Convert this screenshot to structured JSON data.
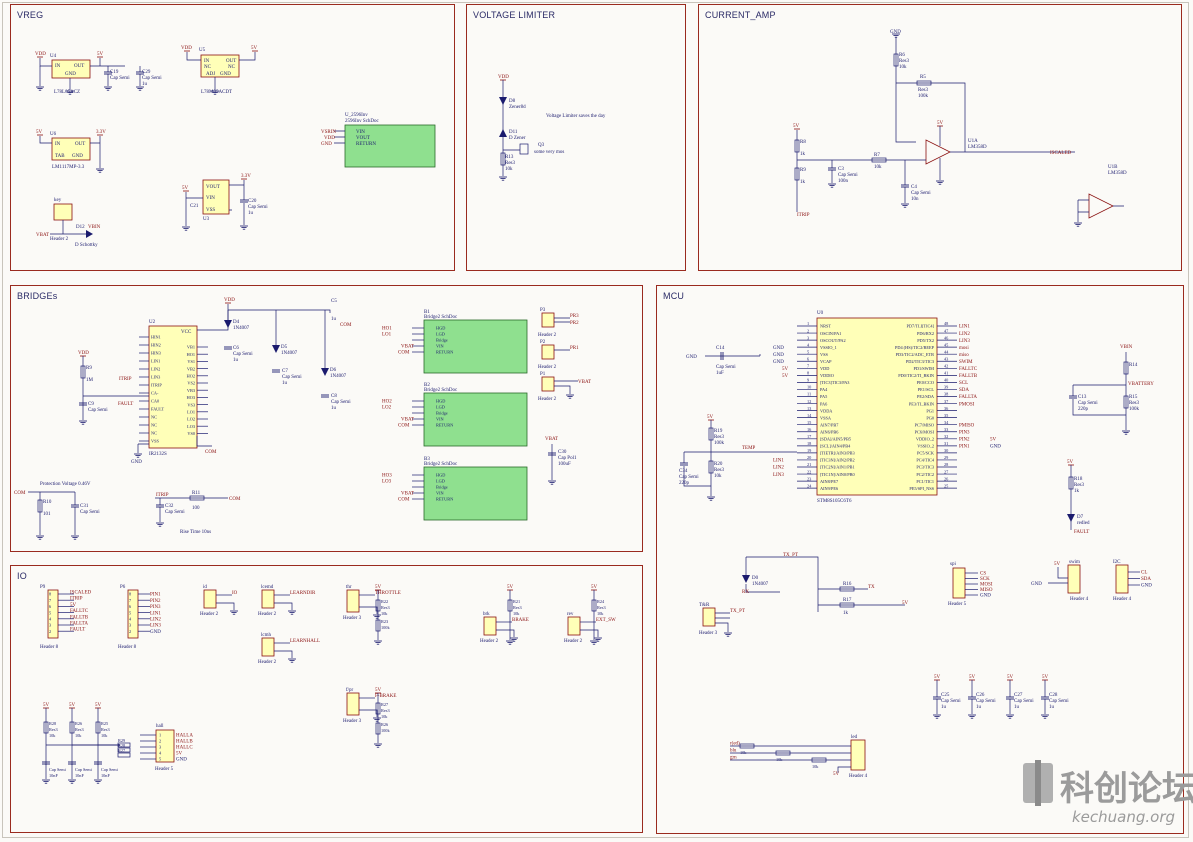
{
  "sections": [
    {
      "id": "vreg",
      "title": "VREG"
    },
    {
      "id": "vlimit",
      "title": "VOLTAGE LIMITER"
    },
    {
      "id": "camp",
      "title": "CURRENT_AMP"
    },
    {
      "id": "bridges",
      "title": "BRIDGEs"
    },
    {
      "id": "mcu",
      "title": "MCU"
    },
    {
      "id": "io",
      "title": "IO"
    }
  ],
  "vreg": {
    "u4_ref": "U4",
    "u4_in": "IN",
    "u4_out": "OUT",
    "u4_gnd": "GND",
    "u4_part": "L78L05ACZ",
    "u5_ref": "U5",
    "u5_in": "IN",
    "u5_out": "OUT",
    "u5_nc": "NC",
    "u5_adj": "ADJ",
    "u5_gnd": "GND",
    "u5_part": "L78M05ACDT",
    "u6_ref": "U6",
    "u6_in": "IN",
    "u6_out": "OUT",
    "u6_tab": "TAB",
    "u6_gnd": "GND",
    "u6_part": "LM1117MP-3.3",
    "u3_ref": "U3",
    "u3_vin": "VIN",
    "u3_vout": "VOUT",
    "u3_vss": "VSS",
    "u2_ref": "U",
    "u2_vin": "VIN",
    "u2_vout": "VOUT",
    "u2_ret": "RETURN",
    "u2_part": "2596Inv SchDoc",
    "u2_name": "U_2596Inv",
    "vdd": "VDD",
    "v5": "5V",
    "v33": "3.3V",
    "gnd": "GND",
    "vbat": "VBAT",
    "vbin": "VBIN",
    "cap_semi": "Cap Semi",
    "c19": "C19",
    "c29": "C29",
    "c21": "C21",
    "c20": "C20",
    "cval": "1u",
    "d12": "D12",
    "d12_part": "D Schottky",
    "key": "key",
    "header2": "Header 2",
    "u2_vsrin": "VSRIN",
    "u2_vdd": "VDD",
    "u2_gnd": "GND"
  },
  "vlimit": {
    "vdd": "VDD",
    "d8": "D8",
    "d8_part": "Zener8d",
    "d11": "D11",
    "d11_part": "D Zener",
    "r13": "R13",
    "r13_part": "Res3",
    "r13_val": "10k",
    "q3": "Q3",
    "q3_part": "some very mos",
    "note": "Voltage Limiter saves the day",
    "gnd": "GND"
  },
  "camp": {
    "gnd": "GND",
    "v5": "5V",
    "r6": "R6",
    "r6_part": "Res3",
    "r6_val": "10k",
    "r5": "R5",
    "r5_part": "Res3",
    "r5_val": "100k",
    "r8": "R8",
    "r8_val": "1k",
    "r9": "R9",
    "r9_val": "1k",
    "r7": "R7",
    "r7_val": "10k",
    "c3": "C3",
    "c3_val": "100n",
    "c4": "C4",
    "c4_val": "10n",
    "cap_semi": "Cap Semi",
    "u1a": "U1A",
    "u1a_part": "LM358D",
    "u1b": "U1B",
    "u1b_part": "LM358D",
    "iscaled": "ISCALED",
    "itrip": "ITRIP"
  },
  "bridges": {
    "u2": "U2",
    "u2_part": "IR2132S",
    "vcc": "VCC",
    "pins_left": [
      "HIN1",
      "HIN2",
      "HIN3",
      "LIN1",
      "LIN2",
      "LIN3",
      "ITRIP",
      "CA-",
      "CA0",
      "FAULT",
      "NC",
      "NC",
      "NC",
      "VSS"
    ],
    "pins_right": [
      "VB1",
      "HO1",
      "VS1",
      "VB2",
      "HO2",
      "VS2",
      "VB3",
      "HO3",
      "VS3",
      "LO1",
      "LO2",
      "LO3",
      "VS0"
    ],
    "d4": "D4",
    "d5": "D5",
    "d6": "D6",
    "diode_part": "1N4007",
    "c6": "C6",
    "c7": "C7",
    "c8": "C8",
    "c5": "C5",
    "c30": "C30",
    "c31": "C31",
    "c32": "C32",
    "c9": "C9",
    "cap_semi": "Cap Semi",
    "cap_pol": "Cap Pol1",
    "cval1u": "1u",
    "c30_val": "100uF",
    "r9": "R9",
    "r9_val": "1M",
    "r10": "R10",
    "r10_val": "101",
    "r11": "R11",
    "r11_val": "100",
    "b1": "B1",
    "b2": "B2",
    "b3": "B3",
    "bridge_part": "Bridge2 SchDoc",
    "bridge_pins": [
      "HGD",
      "LGD",
      "Bridge",
      "VIN",
      "RETURN"
    ],
    "p1": "P1",
    "p2": "P2",
    "p3": "P3",
    "header2": "Header 2",
    "pr1": "PR1",
    "pr2": "PR2",
    "pr3": "PR3",
    "vbat": "VBAT",
    "vdd": "VDD",
    "com": "COM",
    "gnd": "GND",
    "itrip": "ITRIP",
    "fault": "FAULT",
    "note_prot": "Protection Voltage 0.46V",
    "note_rise": "Rise Time 10ns",
    "hgd_labels": [
      "HO1",
      "LO1",
      "HO2",
      "LO2",
      "HO3",
      "LO3"
    ]
  },
  "mcu": {
    "u0": "U0",
    "part": "STM8S105C6T6",
    "left_pins": [
      "NRST",
      "OSCIN/PA1",
      "OSCOUT/PA2",
      "VSSIO_1",
      "VSS",
      "VCAP",
      "VDD",
      "VDDIO",
      "[TIC3]TIC3/PA3",
      "PA4",
      "PA5",
      "PA6",
      "VDDA",
      "VSSA",
      "AIN7/PB7",
      "AIN6/PB6",
      "[SDA]/AIN5/PB5",
      "[SCL]/AIN4/PB4",
      "[TIETR]/AIN3/PB3",
      "[TIC3N]/AIN2/PB2",
      "[TIC2N]/AIN1/PB1",
      "[TIC1N]/AIN0/PB0",
      "AIN8/PE7",
      "AIN9/PE6"
    ],
    "right_pins": [
      "PD7/TLI[TIC4]",
      "PD6/RX2",
      "PD5/TX2",
      "PD4 (HS)/TIC2/BEEP",
      "PD3/TIC2/ADC_ETR",
      "PD2/TIC3/TIC3",
      "PD1/SWIM",
      "PD0/TIC2/TI_BKIN",
      "PE0/CCO",
      "PE1/SCL",
      "PE2/SDA",
      "PE3/TI_BKIN",
      "PG1",
      "PG0",
      "PC7/MISO",
      "PC6/MOSI",
      "VDDIO_2",
      "VSSIO_2",
      "PC5/SCK",
      "PC4/TIC4",
      "PC3/TIC3",
      "PC2/TIC2",
      "PC1/TIC1",
      "PE5/SPI_NSS"
    ],
    "c14": "C14",
    "c14_val": "1uF",
    "c13": "C13",
    "c13_val": "220p",
    "c34": "C34",
    "c34_val": "220p",
    "r14": "R14",
    "r15": "R15",
    "r15_val": "100k",
    "r19": "R19",
    "r19_val": "100k",
    "r20": "R20",
    "r20_val": "10k",
    "r18": "R18",
    "r18_val": "1k",
    "d7": "D7",
    "d7_part": "redled",
    "fault": "FAULT",
    "vbin": "VBIN",
    "vbattery": "VBATTERY",
    "temp": "TEMP",
    "gnd": "GND",
    "v5": "5V",
    "cap_semi": "Cap Semi",
    "res3": "Res3",
    "right_labels": [
      "LIN1",
      "LIN2",
      "LIN3",
      "mosi",
      "miso",
      "SWIM",
      "FALLTC",
      "FALLTB",
      "SCL",
      "SDA",
      "FALLTA",
      "PMOSI",
      "PMISO",
      "PIN3",
      "PIN2",
      "PIN1"
    ],
    "left_labels": [
      "LIN1",
      "LIN2",
      "LIN3"
    ]
  },
  "io": {
    "p9": "P9",
    "p6": "P6",
    "header8": "Header 8",
    "p9_labels": [
      "ISCALED",
      "ITRIP",
      "5V",
      "FALLTC",
      "FALLTB",
      "FALLTA",
      "FAULT"
    ],
    "p6_labels": [
      "PIN1",
      "PIN2",
      "PIN3",
      "LIN1",
      "LIN2",
      "LIN3",
      "GND"
    ],
    "conn_labels": [
      "id",
      "lcemd",
      "lcmh",
      "thr",
      "brk",
      "rev",
      "f/pr",
      "sw"
    ],
    "header2": "Header 2",
    "header3": "Header 3",
    "header4": "Header 4",
    "header5": "Header 5",
    "net_labels": [
      "IO",
      "LEARNDIR",
      "LEARNHALL",
      "THROTTLE",
      "BRAKE",
      "EXT_SW",
      "F-BRAKE"
    ],
    "resistors": [
      "R22",
      "R23",
      "R21",
      "R24",
      "R27",
      "R26",
      "R25",
      "R28",
      "R29"
    ],
    "res3": "Res3",
    "r1k": "1k",
    "r10k": "10k",
    "r100k": "100k",
    "hall_labels": [
      "HALLA",
      "HALLB",
      "HALLC",
      "5V",
      "GND"
    ],
    "hall": "hall",
    "v5": "5V",
    "gnd": "GND",
    "cap_semi": "Cap Semi",
    "c10n": "10nF",
    "tx_pt": "TX_PT",
    "rx": "RX",
    "tx": "TX",
    "d0": "D0",
    "d0_part": "1N4007",
    "r16": "R16",
    "r17": "R17",
    "txr": "T&R",
    "spi": "spi",
    "spi_labels": [
      "CS",
      "SCK",
      "MOSI",
      "MISO",
      "GND"
    ],
    "swim": "swim",
    "i2c": "I2C",
    "i2c_labels": [
      "CL",
      "SDA",
      "GND"
    ],
    "caps": [
      "C25",
      "C26",
      "C27",
      "C28"
    ],
    "cap1u": "1u",
    "led": "led",
    "leds": [
      "r(ed)",
      "blu",
      "grn"
    ]
  },
  "watermark": {
    "cn": "科创论坛",
    "en": "kechuang.org"
  }
}
